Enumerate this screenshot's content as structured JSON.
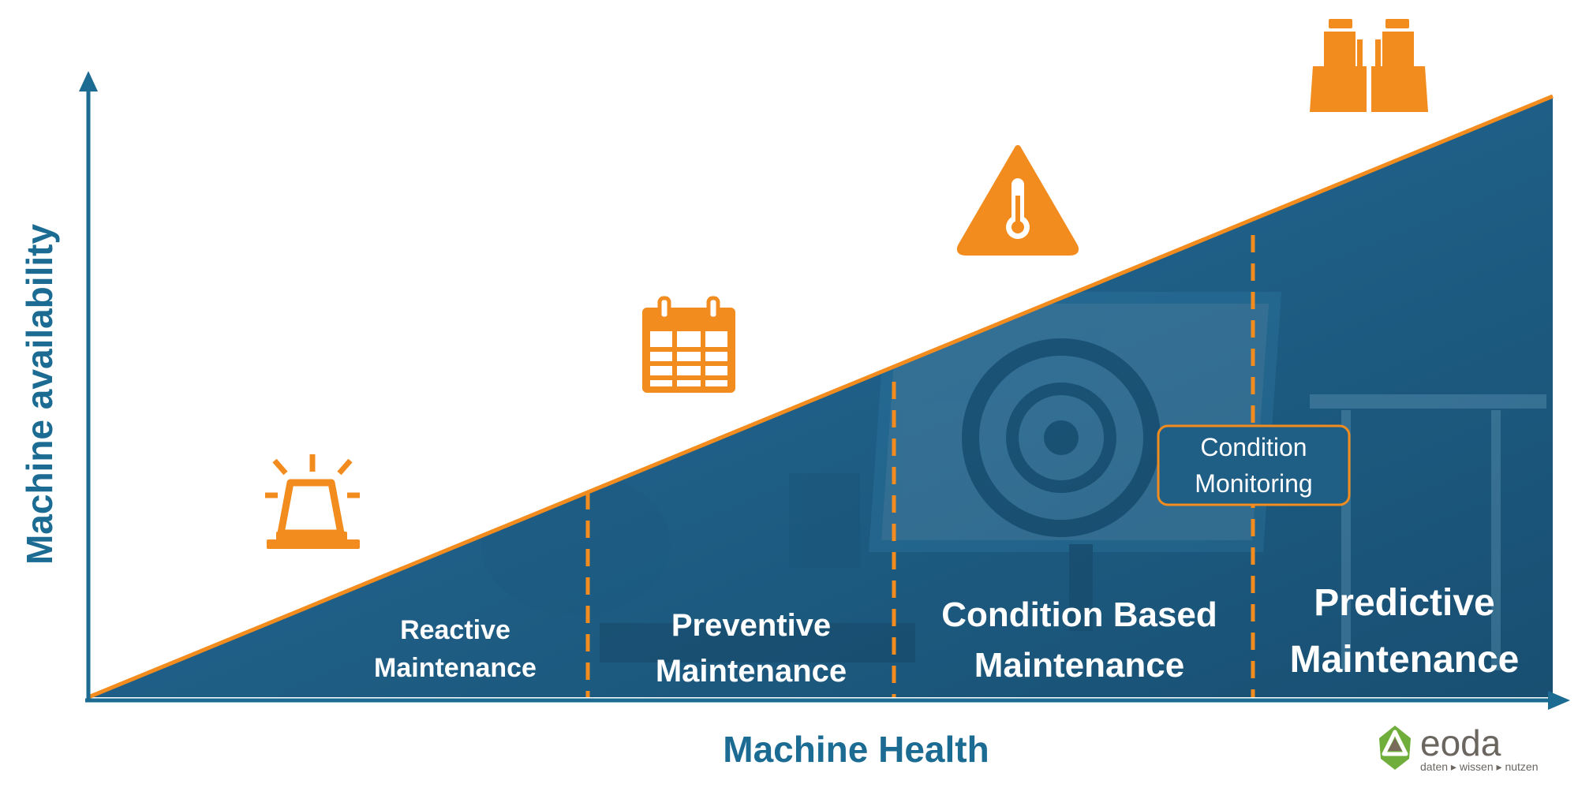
{
  "axes": {
    "y_label": "Machine availability",
    "x_label": "Machine Health"
  },
  "stages": [
    {
      "line1": "Reactive",
      "line2": "Maintenance",
      "icon": "siren-icon"
    },
    {
      "line1": "Preventive",
      "line2": "Maintenance",
      "icon": "calendar-icon"
    },
    {
      "line1": "Condition Based",
      "line2": "Maintenance",
      "icon": "thermometer-warning-icon"
    },
    {
      "line1": "Predictive",
      "line2": "Maintenance",
      "icon": "binoculars-icon"
    }
  ],
  "callout": {
    "line1": "Condition",
    "line2": "Monitoring"
  },
  "logo": {
    "brand": "eoda",
    "tagline": "daten ▸ wissen ▸ nutzen"
  },
  "colors": {
    "axis": "#1b6b93",
    "triangle": "#1f5f86",
    "accent": "#f28c1e",
    "label": "#ffffff"
  }
}
